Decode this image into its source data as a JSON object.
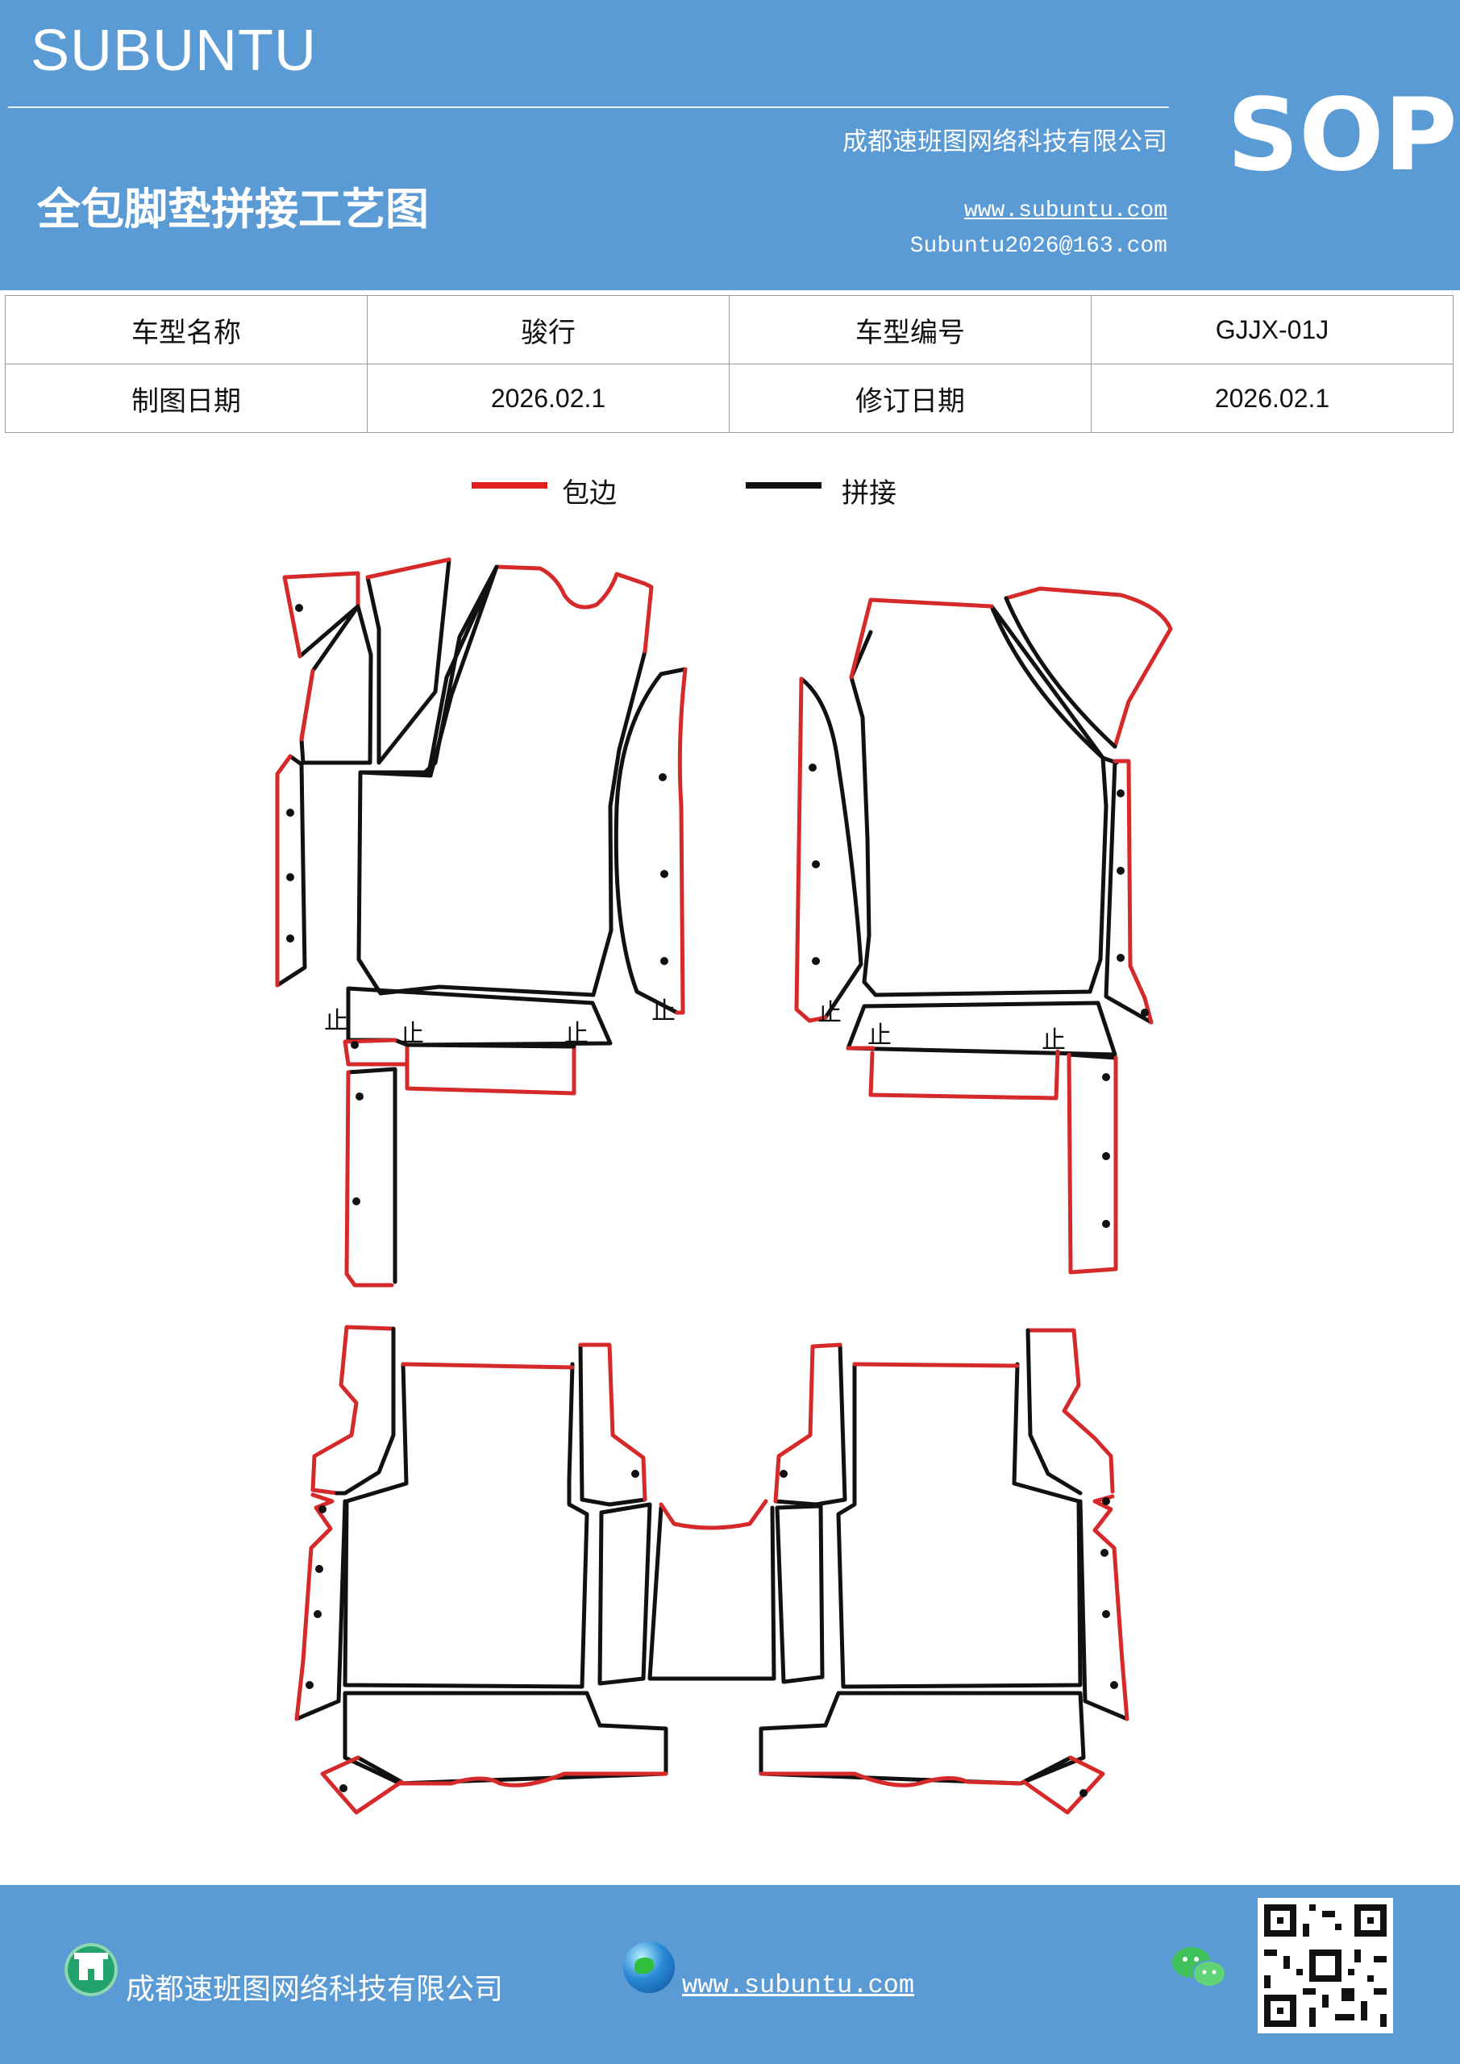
{
  "header": {
    "brand": "SUBUNTU",
    "company": "成都速班图网络科技有限公司",
    "title": "全包脚垫拼接工艺图",
    "website": "www.subuntu.com",
    "email": "Subuntu2026@163.com",
    "badge": "SOP"
  },
  "info_table": {
    "rows": [
      {
        "label1": "车型名称",
        "value1": "骏行",
        "label2": "车型编号",
        "value2": "GJJX-01J"
      },
      {
        "label1": "制图日期",
        "value1": "2026.02.1",
        "label2": "修订日期",
        "value2": "2026.02.1"
      }
    ]
  },
  "legend": {
    "red_label": "包边",
    "black_label": "拼接",
    "red_color": "#e31e1e",
    "black_color": "#111111"
  },
  "diagram": {
    "stop_mark": "止"
  },
  "footer": {
    "company": "成都速班图网络科技有限公司",
    "website": "www.subuntu.com",
    "icons": [
      "building-icon",
      "globe-icon",
      "wechat-icon",
      "qr-code"
    ]
  }
}
